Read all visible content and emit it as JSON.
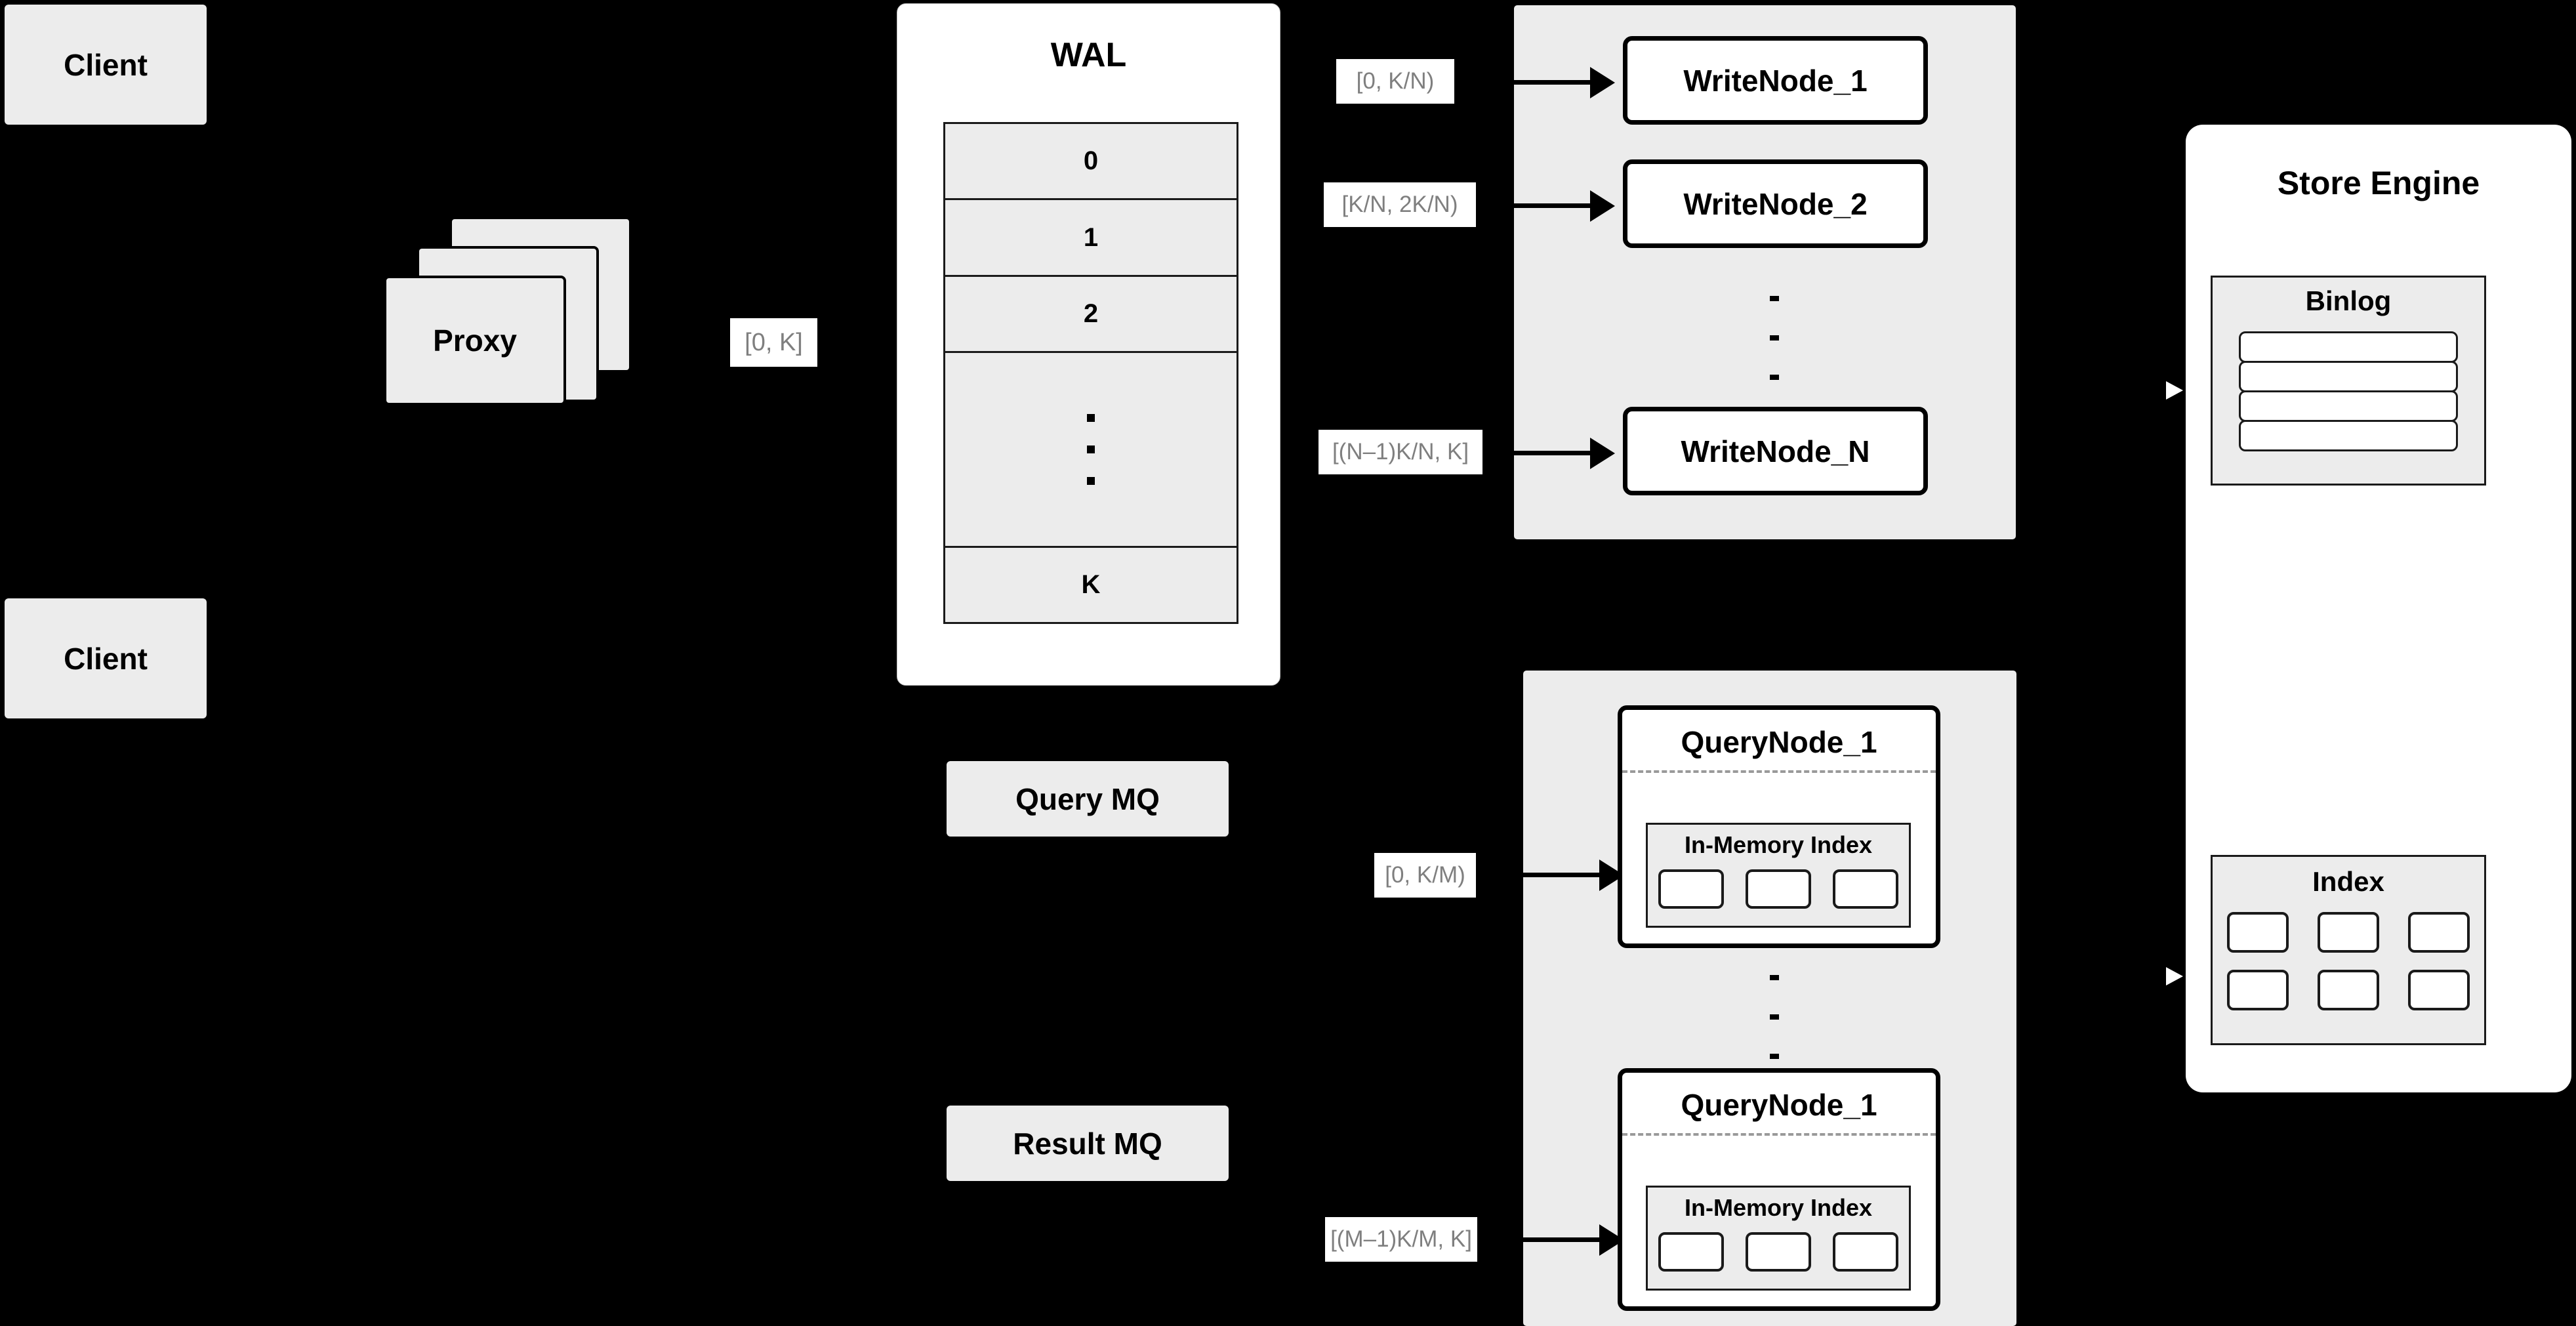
{
  "diagram": {
    "title": "Distributed Write/Query Architecture",
    "background_color": "#000000",
    "box_fill": "#ececec",
    "panel_fill": "#ffffff",
    "label_text_color": "#7f7f7f",
    "stroke_color": "#000000"
  },
  "clients": [
    {
      "label": "Client"
    },
    {
      "label": "Client"
    }
  ],
  "proxy": {
    "label": "Proxy",
    "stack_count": 3
  },
  "range_labels": {
    "proxy_to_wal": "[0, K]",
    "write_1": "[0,  K/N)",
    "write_2": "[K/N, 2K/N)",
    "write_n": "[(N–1)K/N,  K]",
    "query_1": "[0, K/M)",
    "query_m": "[(M–1)K/M, K]"
  },
  "wal": {
    "title": "WAL",
    "rows": [
      "0",
      "1",
      "2",
      "⋮",
      "K"
    ],
    "ellipsis_row_index": 3,
    "dots_count": 3
  },
  "write_cluster": {
    "nodes": [
      {
        "label": "WriteNode_1"
      },
      {
        "label": "WriteNode_2"
      },
      {
        "label": "WriteNode_N"
      }
    ],
    "dots_count": 3
  },
  "query_cluster": {
    "nodes": [
      {
        "label": "QueryNode_1",
        "index_title": "In-Memory Index",
        "chip_count": 3
      },
      {
        "label": "QueryNode_1",
        "index_title": "In-Memory Index",
        "chip_count": 3
      }
    ],
    "dots_count": 3
  },
  "message_queues": [
    {
      "label": "Query MQ"
    },
    {
      "label": "Result MQ"
    }
  ],
  "store_engine": {
    "title": "Store Engine",
    "binlog": {
      "title": "Binlog",
      "row_count": 4
    },
    "index": {
      "title": "Index",
      "chip_count": 6,
      "columns": 3
    }
  }
}
